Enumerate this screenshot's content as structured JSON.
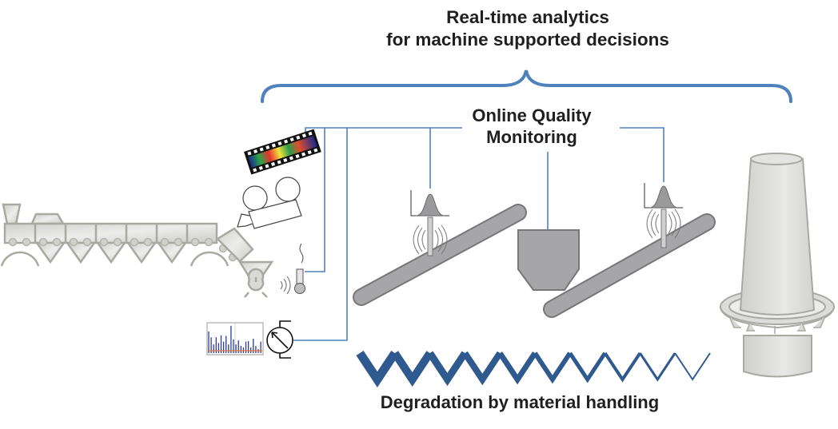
{
  "title": {
    "line1": "Real-time analytics",
    "line2": "for machine supported decisions"
  },
  "monitoring": {
    "line1": "Online Quality",
    "line2": "Monitoring"
  },
  "degradation": {
    "label": "Degradation by material handling"
  },
  "colors": {
    "connector_blue": "#4f81bd",
    "wave_blue": "#2f5a8f",
    "machine_gray": "#d6d6d2",
    "machine_outline": "#a9a9a2",
    "conveyor_gray": "#a6a6a8",
    "text": "#1f1f1f"
  },
  "components": [
    {
      "id": "extruder",
      "name": "Screw conveyor / feeder line"
    },
    {
      "id": "video-camera",
      "name": "Thermal imaging camera"
    },
    {
      "id": "film-strip",
      "name": "Thermal image strip"
    },
    {
      "id": "thermometer",
      "name": "Temperature sensor"
    },
    {
      "id": "spectrum",
      "name": "Acoustic spectrum"
    },
    {
      "id": "sensor-gauge",
      "name": "Measurement gauge"
    },
    {
      "id": "conveyor-1",
      "name": "Inclined conveyor 1"
    },
    {
      "id": "hopper",
      "name": "Transfer hopper"
    },
    {
      "id": "conveyor-2",
      "name": "Inclined conveyor 2"
    },
    {
      "id": "furnace",
      "name": "Shaft furnace"
    }
  ]
}
